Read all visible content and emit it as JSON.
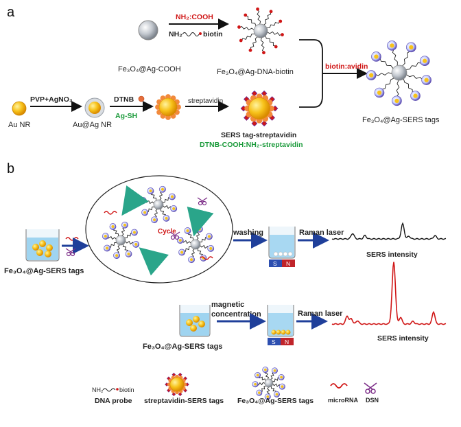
{
  "panel_a": {
    "label": "a",
    "step1_top": "NH₂:COOH",
    "step1_reagent_prefix": "NH₂",
    "step1_reagent_suffix": "biotin",
    "fe_cooh": "Fe₃O₄@Ag-COOH",
    "fe_dna_biotin": "Fe₃O₄@Ag-DNA-biotin",
    "biotin_avidin": "biotin:avidin",
    "au_nr": "Au NR",
    "pvp": "PVP+AgNO₃",
    "au_ag_nr": "Au@Ag NR",
    "dtnb": "DTNB",
    "ag_sh": "Ag-SH",
    "streptavidin": "streptavidin",
    "sers_tag_strep": "SERS tag-streptavidin",
    "dtnb_cooh": "DTNB-COOH:NH₂-streptavidin",
    "fe_sers_tags": "Fe₃O₄@Ag-SERS tags"
  },
  "panel_b": {
    "label": "b",
    "fe_sers_tags_1": "Fe₃O₄@Ag-SERS tags",
    "cycle": "Cycle",
    "washing": "washing",
    "raman_1": "Raman laser",
    "sers_int_1": "SERS intensity",
    "magnetic": "magnetic",
    "concentration": "concentration",
    "raman_2": "Raman laser",
    "sers_int_2": "SERS intensity",
    "fe_sers_tags_2": "Fe₃O₄@Ag-SERS tags",
    "magnet_s": "S",
    "magnet_n": "N"
  },
  "legend": {
    "probe_prefix": "NH₂",
    "probe_suffix": "biotin",
    "dna_probe": "DNA probe",
    "strep_tags": "streptavidin-SERS tags",
    "fe_tags": "Fe₃O₄@Ag-SERS tags",
    "microrna": "microRNA",
    "dsn": "DSN"
  },
  "colors": {
    "arrow_blue": "#1f3f9a",
    "spectrum_black": "#111111",
    "spectrum_red": "#d01616",
    "cycle_green": "#2aa58a",
    "gold": "#f5b400",
    "silver": "#b8bdc6",
    "purple": "#7a2a86"
  }
}
